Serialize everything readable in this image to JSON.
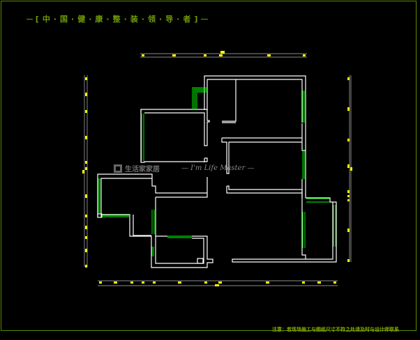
{
  "header": {
    "title_chars": [
      "中",
      "国",
      "健",
      "康",
      "整",
      "装",
      "领",
      "导",
      "者"
    ]
  },
  "watermark": {
    "logo_text": "生活家家居",
    "slogan": "— I'm Life Master —"
  },
  "footer": {
    "note": "注意：若现场施工与图纸尺寸不符之处请及时与设计师联系"
  },
  "colors": {
    "wall": "#ffffff",
    "window": "#00ff00",
    "dimension": "#ffff00",
    "title": "#6f9a0a"
  }
}
